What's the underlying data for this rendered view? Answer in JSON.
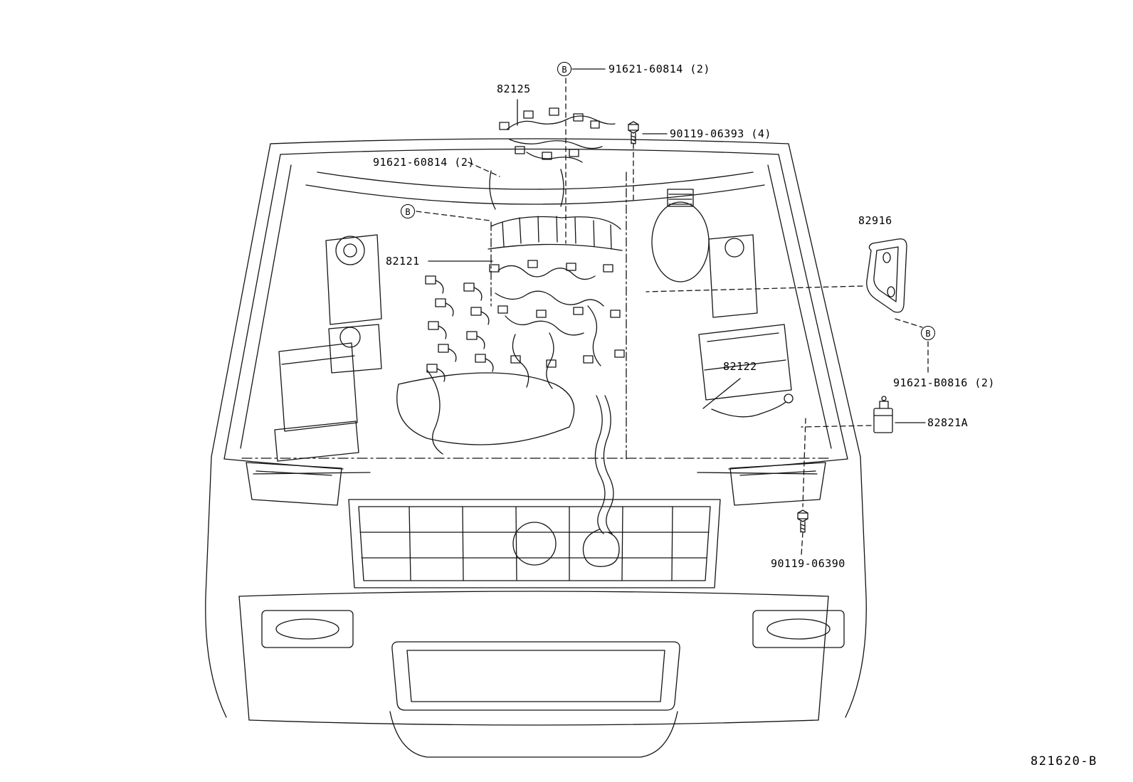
{
  "diagram": {
    "code": "821620-B",
    "callouts": [
      {
        "part": "91621-60814",
        "text": "91621-60814 (2)"
      },
      {
        "part": "82125",
        "text": "82125"
      },
      {
        "part": "90119-06393",
        "text": "90119-06393 (4)"
      },
      {
        "part": "91621-60814",
        "text": "91621-60814 (2)"
      },
      {
        "part": "82916",
        "text": "82916"
      },
      {
        "part": "82121",
        "text": "82121"
      },
      {
        "part": "82122",
        "text": "82122"
      },
      {
        "part": "91621-B0816",
        "text": "91621-B0816 (2)"
      },
      {
        "part": "82821A",
        "text": "82821A"
      },
      {
        "part": "90119-06390",
        "text": "90119-06390"
      }
    ],
    "markers": [
      {
        "letter": "B"
      },
      {
        "letter": "B"
      },
      {
        "letter": "B"
      }
    ]
  }
}
